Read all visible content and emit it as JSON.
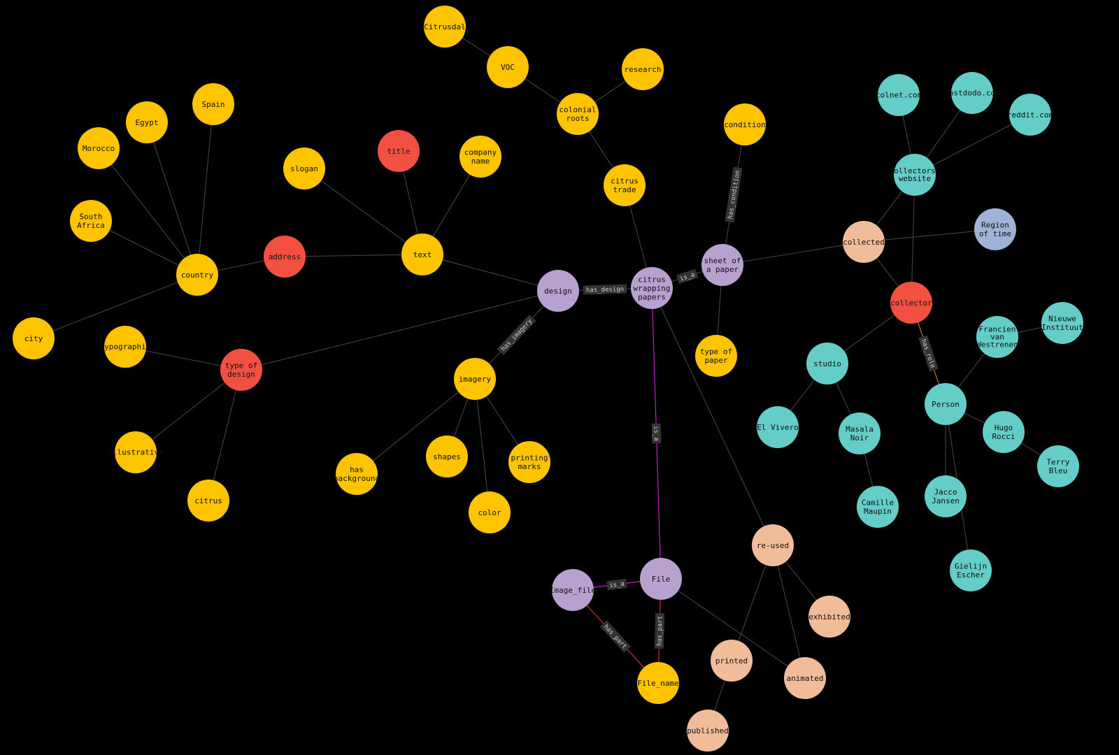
{
  "colors": {
    "background": "#000000",
    "yellow": "#FFC400",
    "red": "#F25142",
    "purple": "#B9A1CF",
    "peach": "#F0BC9A",
    "teal": "#64CDC8",
    "slate": "#9FB3D6",
    "edge": "#4a4a4a",
    "edge_magenta": "#C21FC5",
    "edge_red": "#C8331F",
    "edge_orange": "#D86A20",
    "edge_label_bg": "#333333"
  },
  "nodes": [
    {
      "id": "citrusdal",
      "label": "Citrusdal",
      "color": "yellow"
    },
    {
      "id": "voc",
      "label": "VOC",
      "color": "yellow"
    },
    {
      "id": "research",
      "label": "research",
      "color": "yellow"
    },
    {
      "id": "colonial_roots",
      "label": "colonial\nroots",
      "color": "yellow"
    },
    {
      "id": "citrus_trade",
      "label": "citrus\ntrade",
      "color": "yellow"
    },
    {
      "id": "condition",
      "label": "condition",
      "color": "yellow"
    },
    {
      "id": "spain",
      "label": "Spain",
      "color": "yellow"
    },
    {
      "id": "egypt",
      "label": "Egypt",
      "color": "yellow"
    },
    {
      "id": "morocco",
      "label": "Morocco",
      "color": "yellow"
    },
    {
      "id": "south_africa",
      "label": "South\nAfrica",
      "color": "yellow"
    },
    {
      "id": "country",
      "label": "country",
      "color": "yellow"
    },
    {
      "id": "city",
      "label": "city",
      "color": "yellow"
    },
    {
      "id": "address",
      "label": "address",
      "color": "red"
    },
    {
      "id": "slogan",
      "label": "slogan",
      "color": "yellow"
    },
    {
      "id": "title",
      "label": "title",
      "color": "red"
    },
    {
      "id": "company_name",
      "label": "company\nname",
      "color": "yellow"
    },
    {
      "id": "text",
      "label": "text",
      "color": "yellow"
    },
    {
      "id": "design",
      "label": "design",
      "color": "purple"
    },
    {
      "id": "citrus_wrapping_papers",
      "label": "citrus\nwrapping\npapers",
      "color": "purple"
    },
    {
      "id": "sheet_of_paper",
      "label": "sheet of\na paper",
      "color": "purple"
    },
    {
      "id": "type_of_paper",
      "label": "type of\npaper",
      "color": "yellow"
    },
    {
      "id": "typographic",
      "label": "typographic",
      "color": "yellow",
      "small": true
    },
    {
      "id": "type_of_design",
      "label": "type of\ndesign",
      "color": "red"
    },
    {
      "id": "illustrative",
      "label": "illustrative",
      "color": "yellow",
      "small": true
    },
    {
      "id": "citrus",
      "label": "citrus",
      "color": "yellow"
    },
    {
      "id": "imagery",
      "label": "imagery",
      "color": "yellow"
    },
    {
      "id": "has_background",
      "label": "has\nbackground",
      "color": "yellow"
    },
    {
      "id": "shapes",
      "label": "shapes",
      "color": "yellow"
    },
    {
      "id": "printing_marks",
      "label": "printing\nmarks",
      "color": "yellow"
    },
    {
      "id": "color",
      "label": "color",
      "color": "yellow"
    },
    {
      "id": "file",
      "label": "File",
      "color": "purple"
    },
    {
      "id": "image_file",
      "label": "Image_file",
      "color": "purple"
    },
    {
      "id": "file_name",
      "label": "File_name",
      "color": "yellow"
    },
    {
      "id": "re_used",
      "label": "re-used",
      "color": "peach"
    },
    {
      "id": "exhibited",
      "label": "exhibited",
      "color": "peach"
    },
    {
      "id": "printed",
      "label": "printed",
      "color": "peach"
    },
    {
      "id": "animated",
      "label": "animated",
      "color": "peach"
    },
    {
      "id": "published",
      "label": "published",
      "color": "peach"
    },
    {
      "id": "collected",
      "label": "collected",
      "color": "peach"
    },
    {
      "id": "region_of_time",
      "label": "Region\nof time",
      "color": "slate"
    },
    {
      "id": "collector",
      "label": "collector",
      "color": "red"
    },
    {
      "id": "collectors_website",
      "label": "collectors'\nwebsite",
      "color": "teal",
      "small": true
    },
    {
      "id": "colnet",
      "label": "colnet.com",
      "color": "teal",
      "small": true
    },
    {
      "id": "lastdodo",
      "label": "lastdodo.com",
      "color": "teal",
      "small": true
    },
    {
      "id": "reddit",
      "label": "reddit.com",
      "color": "teal"
    },
    {
      "id": "studio",
      "label": "studio",
      "color": "teal"
    },
    {
      "id": "el_vivero",
      "label": "El Vivero",
      "color": "teal"
    },
    {
      "id": "masala_noir",
      "label": "Masala\nNoir",
      "color": "teal"
    },
    {
      "id": "camille_maupin",
      "label": "Camille\nMaupin",
      "color": "teal"
    },
    {
      "id": "person",
      "label": "Person",
      "color": "teal"
    },
    {
      "id": "francien",
      "label": "Francien\nvan\nWestrenen",
      "color": "teal",
      "small": true
    },
    {
      "id": "nieuwe_instituut",
      "label": "Nieuwe\nInstituut",
      "color": "teal"
    },
    {
      "id": "hugo_rocci",
      "label": "Hugo\nRocci",
      "color": "teal"
    },
    {
      "id": "terry_bleu",
      "label": "Terry\nBleu",
      "color": "teal"
    },
    {
      "id": "jacco_jansen",
      "label": "Jacco\nJansen",
      "color": "teal"
    },
    {
      "id": "gielijn_escher",
      "label": "Gielijn\nEscher",
      "color": "teal"
    }
  ],
  "edges": [
    {
      "from": "citrusdal",
      "to": "voc"
    },
    {
      "from": "voc",
      "to": "colonial_roots"
    },
    {
      "from": "research",
      "to": "colonial_roots"
    },
    {
      "from": "colonial_roots",
      "to": "citrus_trade"
    },
    {
      "from": "citrus_trade",
      "to": "citrus_wrapping_papers"
    },
    {
      "from": "spain",
      "to": "country"
    },
    {
      "from": "egypt",
      "to": "country"
    },
    {
      "from": "morocco",
      "to": "country"
    },
    {
      "from": "south_africa",
      "to": "country"
    },
    {
      "from": "country",
      "to": "city"
    },
    {
      "from": "country",
      "to": "address"
    },
    {
      "from": "address",
      "to": "text"
    },
    {
      "from": "slogan",
      "to": "text"
    },
    {
      "from": "title",
      "to": "text"
    },
    {
      "from": "company_name",
      "to": "text"
    },
    {
      "from": "text",
      "to": "design"
    },
    {
      "from": "design",
      "to": "type_of_design"
    },
    {
      "from": "typographic",
      "to": "type_of_design"
    },
    {
      "from": "type_of_design",
      "to": "illustrative"
    },
    {
      "from": "type_of_design",
      "to": "citrus"
    },
    {
      "from": "design",
      "to": "citrus_wrapping_papers",
      "label": "has_design"
    },
    {
      "from": "design",
      "to": "imagery",
      "label": "has_imagery"
    },
    {
      "from": "imagery",
      "to": "has_background"
    },
    {
      "from": "imagery",
      "to": "shapes"
    },
    {
      "from": "imagery",
      "to": "printing_marks"
    },
    {
      "from": "imagery",
      "to": "color"
    },
    {
      "from": "citrus_wrapping_papers",
      "to": "sheet_of_paper",
      "label": "is_a"
    },
    {
      "from": "sheet_of_paper",
      "to": "condition",
      "label": "has_condition"
    },
    {
      "from": "sheet_of_paper",
      "to": "type_of_paper"
    },
    {
      "from": "sheet_of_paper",
      "to": "collected"
    },
    {
      "from": "citrus_wrapping_papers",
      "to": "file",
      "label": "is_a",
      "color": "edge_magenta"
    },
    {
      "from": "citrus_wrapping_papers",
      "to": "re_used"
    },
    {
      "from": "image_file",
      "to": "file",
      "label": "is_a",
      "color": "edge_magenta"
    },
    {
      "from": "file",
      "to": "file_name",
      "label": "has_part",
      "color": "edge_red"
    },
    {
      "from": "image_file",
      "to": "file_name",
      "label": "has_part",
      "color": "edge_red"
    },
    {
      "from": "file",
      "to": "animated"
    },
    {
      "from": "re_used",
      "to": "exhibited"
    },
    {
      "from": "re_used",
      "to": "printed"
    },
    {
      "from": "re_used",
      "to": "animated"
    },
    {
      "from": "printed",
      "to": "published"
    },
    {
      "from": "collected",
      "to": "region_of_time"
    },
    {
      "from": "collected",
      "to": "collectors_website"
    },
    {
      "from": "collected",
      "to": "collector"
    },
    {
      "from": "collectors_website",
      "to": "collector"
    },
    {
      "from": "collectors_website",
      "to": "colnet"
    },
    {
      "from": "collectors_website",
      "to": "lastdodo"
    },
    {
      "from": "collectors_website",
      "to": "reddit"
    },
    {
      "from": "collector",
      "to": "studio"
    },
    {
      "from": "collector",
      "to": "person",
      "label": "has_role",
      "color": "edge_orange"
    },
    {
      "from": "studio",
      "to": "el_vivero"
    },
    {
      "from": "studio",
      "to": "masala_noir"
    },
    {
      "from": "masala_noir",
      "to": "camille_maupin"
    },
    {
      "from": "person",
      "to": "francien"
    },
    {
      "from": "francien",
      "to": "nieuwe_instituut"
    },
    {
      "from": "person",
      "to": "hugo_rocci"
    },
    {
      "from": "hugo_rocci",
      "to": "terry_bleu"
    },
    {
      "from": "person",
      "to": "jacco_jansen"
    },
    {
      "from": "person",
      "to": "gielijn_escher"
    }
  ]
}
